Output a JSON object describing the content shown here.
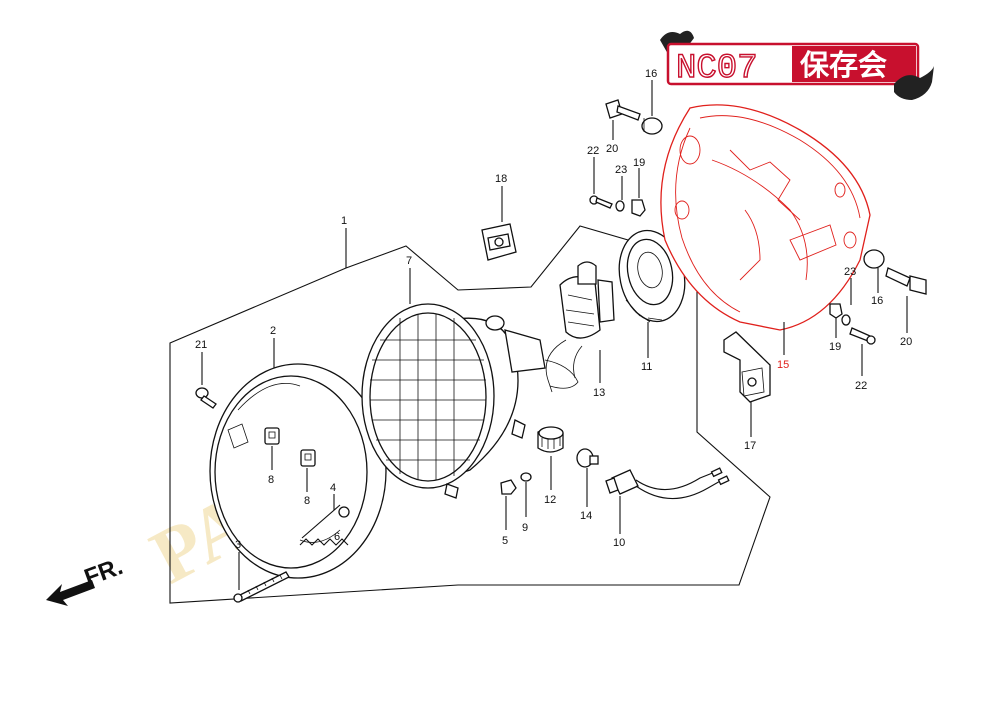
{
  "logo": {
    "latin": "NC07",
    "cjk": "保存会",
    "red": "#c8102e"
  },
  "direction_label": "FR.",
  "watermark": "PASSPORT",
  "highlight_color": "#e0201c",
  "callouts": [
    "1",
    "2",
    "3",
    "4",
    "5",
    "6",
    "7",
    "8",
    "8",
    "9",
    "10",
    "11",
    "12",
    "13",
    "14",
    "15",
    "16",
    "16",
    "17",
    "18",
    "19",
    "19",
    "20",
    "20",
    "21",
    "22",
    "22",
    "23",
    "23"
  ]
}
